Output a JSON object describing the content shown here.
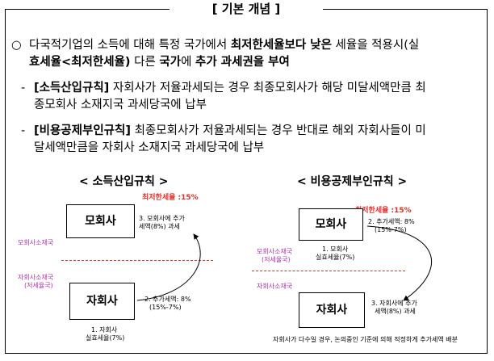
{
  "header": {
    "title": "[ 기본 개념 ]"
  },
  "intro": {
    "bullet": "○",
    "p1": "다국적기업의 소득에 대해 특정 국가에서 ",
    "p1_b": "최저한세율보다 낮은",
    "p1_c": " 세율을 적용시(실",
    "p2_b1": "효세율<최저한세율)",
    "p2_c": " 다른 ",
    "p2_b2": "국가",
    "p2_d": "에 ",
    "p2_b3": "추가 과세권을 부여"
  },
  "iir": {
    "dash": "-",
    "label": "[소득산입규칙]",
    "line1": " 자회사가 저율과세되는 경우 최종모회사가 해당 미달세액만큼 최",
    "line2": "종모회사 소재지국 과세당국에 납부"
  },
  "utpr": {
    "dash": "-",
    "label": "[비용공제부인규칙]",
    "line1": " 최종모회사가 저율과세되는 경우 반대로 해외 자회사들이 미",
    "line2": "달세액만큼을 자회사 소재지국 과세당국에 납부"
  },
  "left_diagram": {
    "title": "< 소득산입규칙 >",
    "min_rate": "최저한세율 :15%",
    "parent": "모회사",
    "child": "자회사",
    "parent_country": "모회사소재국",
    "child_country_1": "자회사소재국",
    "child_country_2": "(저세율국)",
    "step3_1": "3. 모회사에 추가",
    "step3_2": "세액(8%) 과세",
    "step2_1": "2. 추가세액: 8%",
    "step2_2": "(15%-7%)",
    "step1_1": "1. 자회사",
    "step1_2": "실효세율(7%)"
  },
  "right_diagram": {
    "title": "< 비용공제부인규칙 >",
    "min_rate": "최저한세율 :15%",
    "parent": "모회사",
    "child": "자회사",
    "parent_country_1": "모회사소재국",
    "parent_country_2": "(저세율국)",
    "child_country": "자회사소재국",
    "step2_1": "2. 추가세액: 8%",
    "step2_2": "(15%-7%)",
    "step1_1": "1. 모회사",
    "step1_2": "실효세율(7%)",
    "step3_1": "3. 자회사에 추가",
    "step3_2": "세액(8%) 과세",
    "footnote": "자회사가 다수일 경우, 논의중인 기준에 의해 적정하게 추가세액 배분"
  },
  "colors": {
    "accent_red": "#e0302a",
    "label_purple": "#b030b0"
  }
}
